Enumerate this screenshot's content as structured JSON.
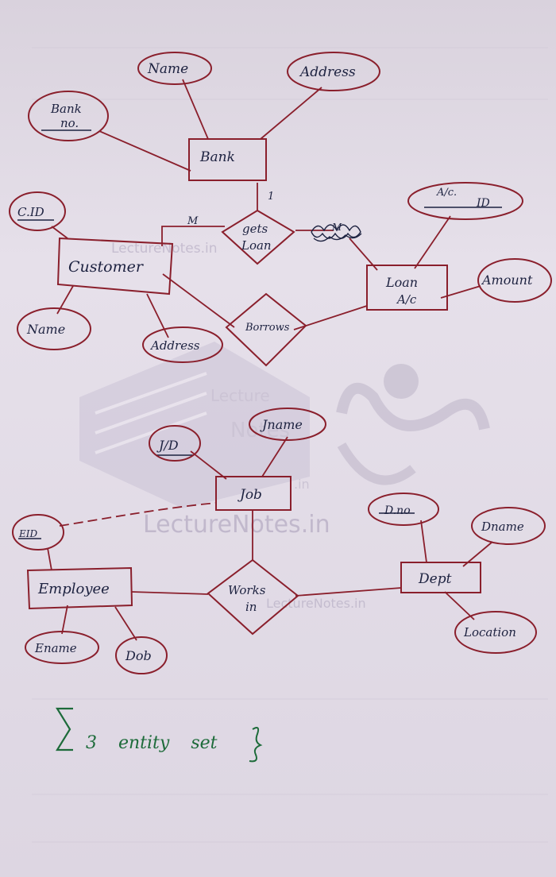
{
  "diagram1": {
    "entities": {
      "bank": "Bank",
      "customer": "Customer",
      "loan_l1": "Loan",
      "loan_l2": "A/c"
    },
    "attributes": {
      "name": "Name",
      "address": "Address",
      "bank_no_l1": "Bank",
      "bank_no_l2": "no.",
      "cid": "C.ID",
      "cust_name": "Name",
      "cust_address": "Address",
      "ac_id_l1": "A/c.",
      "ac_id_l2": "ID",
      "amount": "Amount"
    },
    "relationships": {
      "gets_loan_l1": "gets",
      "gets_loan_l2": "Loan",
      "borrows": "Borrows"
    },
    "cardinality": {
      "customer_side": "M",
      "bank_side": "1",
      "loan_side": "M"
    }
  },
  "diagram2": {
    "entities": {
      "job": "Job",
      "employee": "Employee",
      "dept": "Dept"
    },
    "attributes": {
      "jid": "J/D",
      "jname": "Jname",
      "eid": "EID",
      "ename": "Ename",
      "dob": "Dob",
      "dno": "D.no",
      "dname": "Dname",
      "location": "Location"
    },
    "relationships": {
      "works_in_l1": "Works",
      "works_in_l2": "in"
    }
  },
  "note": {
    "text": "3 entity set"
  },
  "watermark": {
    "top": "LectureNotes.in",
    "logo_l1": "Lecture",
    "logo_l2": "Notes",
    "logo_l3": ".in",
    "main": "LectureNotes.in",
    "small": "LectureNotes.in"
  },
  "colors": {
    "ink": "#1d2240",
    "shape": "#8a1f2c",
    "green_ink": "#1d6b3a",
    "watermark": "#b9b0c6"
  }
}
